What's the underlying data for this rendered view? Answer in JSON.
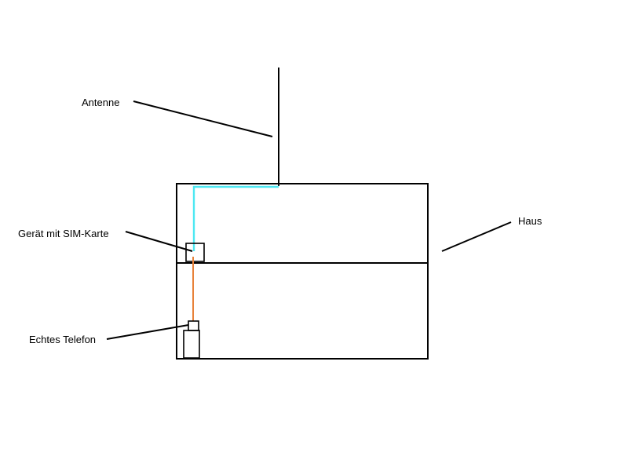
{
  "labels": {
    "antenna": "Antenne",
    "house": "Haus",
    "sim_device": "Gerät mit SIM-Karte",
    "real_phone": "Echtes Telefon"
  },
  "colors": {
    "outline": "#000000",
    "antenna_cable": "#4DE8F2",
    "phone_cable": "#E8823A",
    "background": "#ffffff"
  }
}
